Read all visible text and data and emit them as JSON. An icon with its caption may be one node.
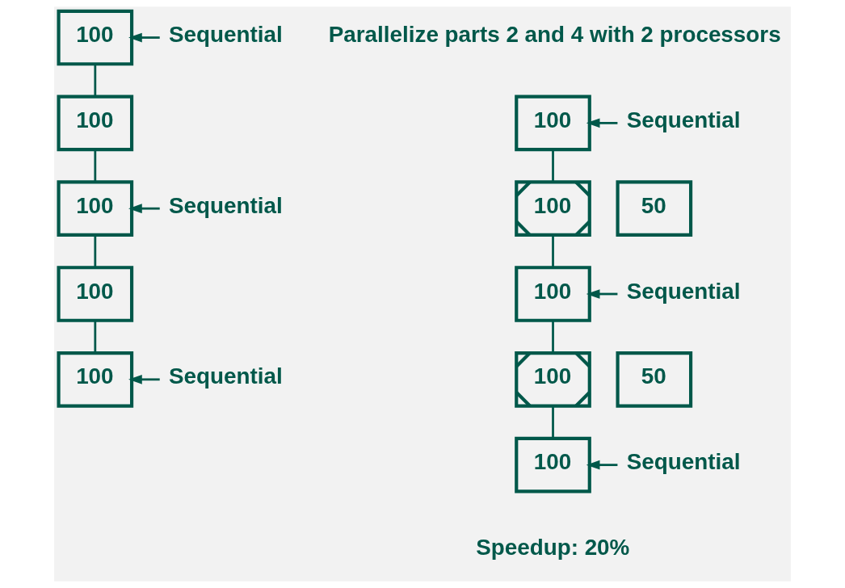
{
  "diagram": {
    "nodes": [
      {
        "text": [
          "100"
        ]
      },
      {
        "text": [
          "100"
        ]
      },
      {
        "text": [
          "100"
        ]
      },
      {
        "text": [
          "100"
        ]
      },
      {
        "text": [
          "100"
        ]
      },
      {
        "text": [
          "Sequential"
        ]
      },
      {
        "text": [
          "Sequential"
        ]
      },
      {
        "text": [
          "Sequential"
        ]
      },
      {
        "text": [
          "100"
        ]
      },
      {
        "text": [
          "100"
        ]
      },
      {
        "text": [
          "100"
        ]
      },
      {
        "text": [
          "100"
        ]
      },
      {
        "text": [
          "100"
        ]
      },
      {
        "text": [
          "50"
        ]
      },
      {
        "text": [
          "50"
        ]
      },
      {
        "text": [
          "Sequential"
        ]
      },
      {
        "text": [
          "Sequential"
        ]
      },
      {
        "text": [
          "Sequential"
        ]
      }
    ],
    "edges": [
      {
        "from": 0,
        "to": 1,
        "arrow": "none"
      },
      {
        "from": 1,
        "to": 2,
        "arrow": "none"
      },
      {
        "from": 2,
        "to": 3,
        "arrow": "none"
      },
      {
        "from": 3,
        "to": 4,
        "arrow": "none"
      },
      {
        "from": 5,
        "to": 0,
        "arrow": "to"
      },
      {
        "from": 6,
        "to": 2,
        "arrow": "to"
      },
      {
        "from": 7,
        "to": 4,
        "arrow": "to"
      },
      {
        "from": 8,
        "to": 9,
        "arrow": "none"
      },
      {
        "from": 9,
        "to": 10,
        "arrow": "none"
      },
      {
        "from": 10,
        "to": 11,
        "arrow": "none"
      },
      {
        "from": 11,
        "to": 12,
        "arrow": "none"
      },
      {
        "from": 15,
        "to": 8,
        "arrow": "to"
      },
      {
        "from": 16,
        "to": 10,
        "arrow": "to"
      },
      {
        "from": 17,
        "to": 12,
        "arrow": "to"
      }
    ],
    "labels": [
      "Parallelize parts 2 and 4 with 2 processors",
      "Speedup: 20%"
    ]
  }
}
